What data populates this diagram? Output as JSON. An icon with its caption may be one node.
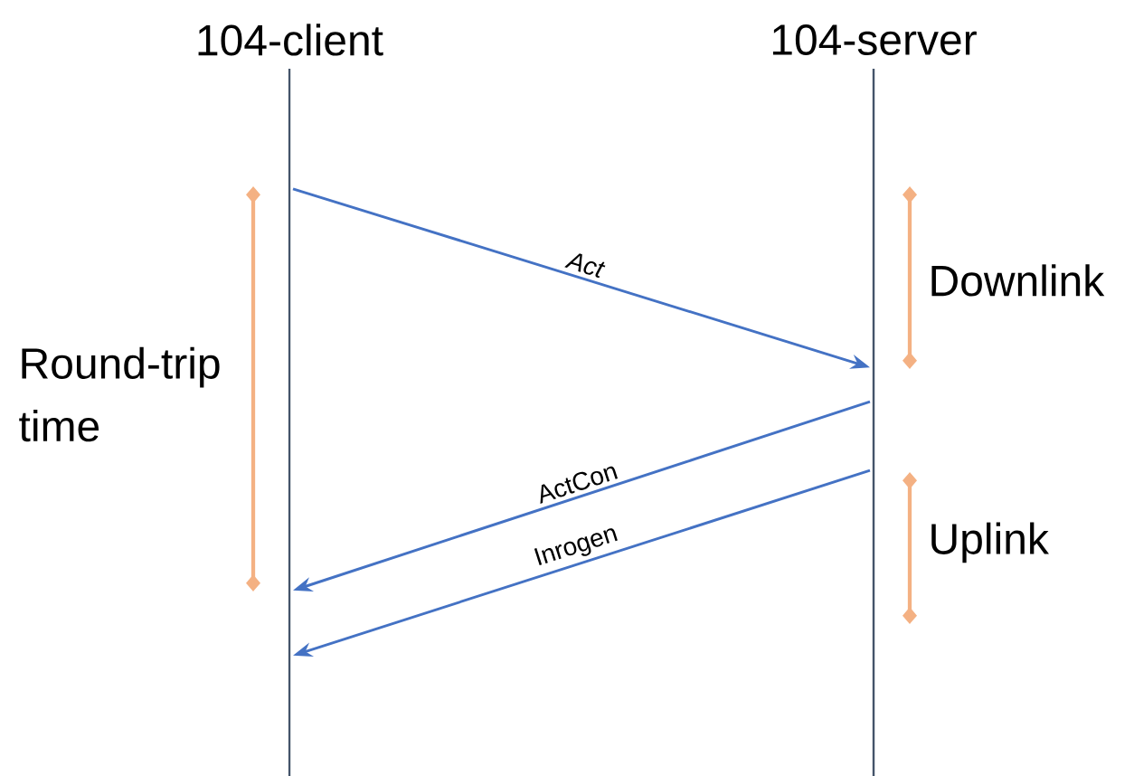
{
  "diagram": {
    "nodes": [
      {
        "text": [
          "104-client"
        ]
      },
      {
        "text": [
          "104-server"
        ]
      }
    ],
    "edges": [
      {
        "from": 0,
        "to": 1,
        "arrow": "to",
        "label": "Act"
      },
      {
        "from": 1,
        "to": 0,
        "arrow": "to",
        "label": "ActCon"
      },
      {
        "from": 1,
        "to": 0,
        "arrow": "to",
        "label": "Inrogen"
      }
    ],
    "labels": [
      "Round-trip time",
      "Downlink",
      "Uplink"
    ]
  }
}
